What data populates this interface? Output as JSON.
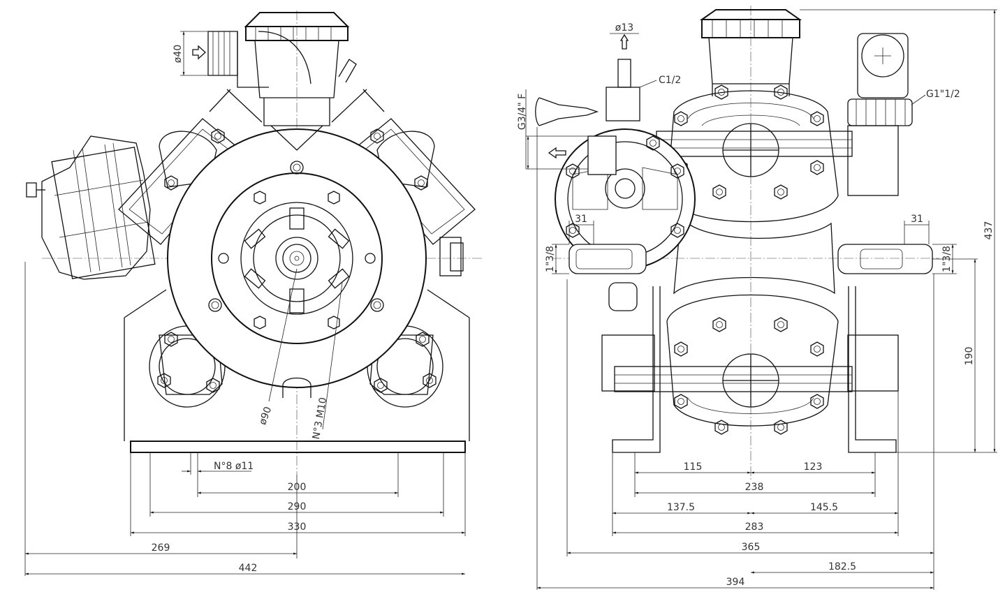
{
  "front_view": {
    "inlet_diameter": "ø40",
    "hub_diameter": "ø90",
    "hub_thread": "N°3 M10",
    "holes_note": "N°8  ø11",
    "dim_200": "200",
    "dim_290": "290",
    "dim_330": "330",
    "dim_269": "269",
    "dim_442": "442"
  },
  "side_view": {
    "bypass_diameter": "ø13",
    "valve_thread": "C1/2",
    "delivery_thread": "G3/4\" F",
    "suction_thread": "G1\"1/2",
    "left_width": "31",
    "right_width": "31",
    "left_port": "1\"3/8",
    "right_port": "1\"3/8",
    "dim_190": "190",
    "dim_437": "437",
    "dim_115": "115",
    "dim_123": "123",
    "dim_238": "238",
    "dim_137_5": "137.5",
    "dim_145_5": "145.5",
    "dim_283": "283",
    "dim_365": "365",
    "dim_182_5": "182.5",
    "dim_394": "394"
  }
}
